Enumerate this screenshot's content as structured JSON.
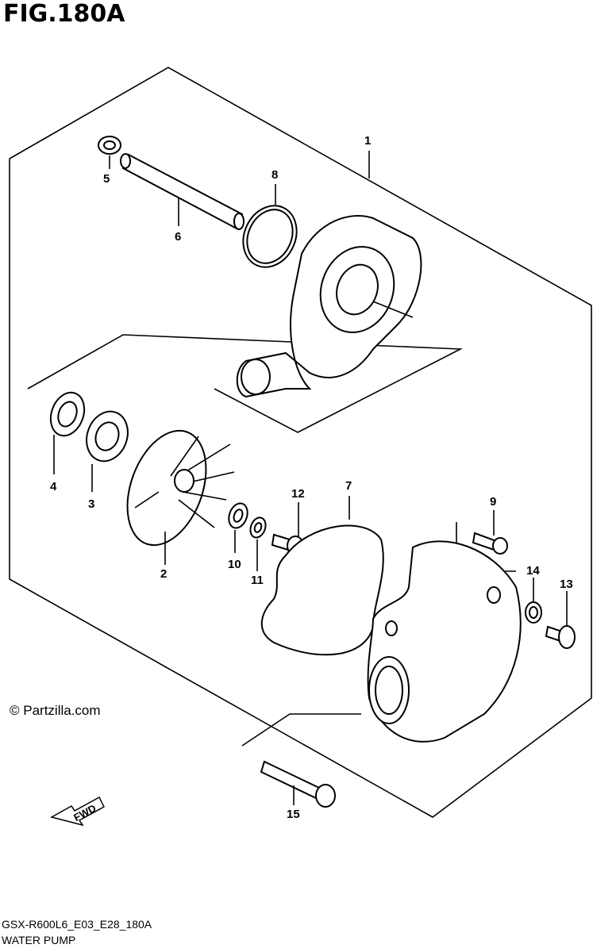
{
  "figure": {
    "title": "FIG.180A"
  },
  "copyright": "© Partzilla.com",
  "footer": {
    "code": "GSX-R600L6_E03_E28_180A",
    "name": "WATER PUMP"
  },
  "fwd_label": "FWD",
  "callouts": [
    "1",
    "2",
    "3",
    "4",
    "5",
    "6",
    "7",
    "8",
    "9",
    "10",
    "11",
    "12",
    "13",
    "14",
    "15"
  ]
}
